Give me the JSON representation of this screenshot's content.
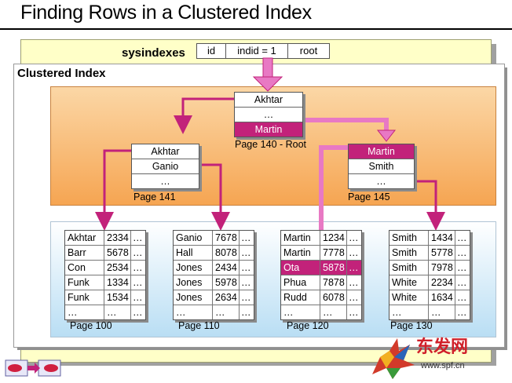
{
  "title": "Finding Rows in a Clustered Index",
  "sysindexes": {
    "label": "sysindexes",
    "columns": [
      "id",
      "indid = 1",
      "root"
    ]
  },
  "clustered_index_label": "Clustered Index",
  "root_page": {
    "rows": [
      "Akhtar",
      "…",
      "Martin"
    ],
    "label": "Page 140 - Root"
  },
  "intermediate_pages": [
    {
      "rows": [
        "Akhtar",
        "Ganio",
        "…"
      ],
      "label": "Page 141"
    },
    {
      "rows": [
        "Martin",
        "Smith",
        "…"
      ],
      "label": "Page 145"
    }
  ],
  "leaf_pages": [
    {
      "label": "Page 100",
      "rows": [
        [
          "Akhtar",
          "2334",
          "…"
        ],
        [
          "Barr",
          "5678",
          "…"
        ],
        [
          "Con",
          "2534",
          "…"
        ],
        [
          "Funk",
          "1334",
          "…"
        ],
        [
          "Funk",
          "1534",
          "…"
        ],
        [
          "…",
          "…",
          "…"
        ]
      ]
    },
    {
      "label": "Page 110",
      "rows": [
        [
          "Ganio",
          "7678",
          "…"
        ],
        [
          "Hall",
          "8078",
          "…"
        ],
        [
          "Jones",
          "2434",
          "…"
        ],
        [
          "Jones",
          "5978",
          "…"
        ],
        [
          "Jones",
          "2634",
          "…"
        ],
        [
          "…",
          "…",
          "…"
        ]
      ]
    },
    {
      "label": "Page 120",
      "rows": [
        [
          "Martin",
          "1234",
          "…"
        ],
        [
          "Martin",
          "7778",
          "…"
        ],
        [
          "Ota",
          "5878",
          "…"
        ],
        [
          "Phua",
          "7878",
          "…"
        ],
        [
          "Rudd",
          "6078",
          "…"
        ],
        [
          "…",
          "…",
          "…"
        ]
      ]
    },
    {
      "label": "Page 130",
      "rows": [
        [
          "Smith",
          "1434",
          "…"
        ],
        [
          "Smith",
          "5778",
          "…"
        ],
        [
          "Smith",
          "7978",
          "…"
        ],
        [
          "White",
          "2234",
          "…"
        ],
        [
          "White",
          "1634",
          "…"
        ],
        [
          "…",
          "…",
          "…"
        ]
      ]
    }
  ],
  "colors": {
    "highlight": "#c2227a",
    "arrow": "#c2227a",
    "root_arrow": "#e879c4",
    "orange_panel": "#f6a552",
    "yellow_panel": "#ffffc8"
  },
  "icons": {
    "navigation": "navigation-arrows-icon",
    "watermark": "watermark-logo-icon"
  }
}
